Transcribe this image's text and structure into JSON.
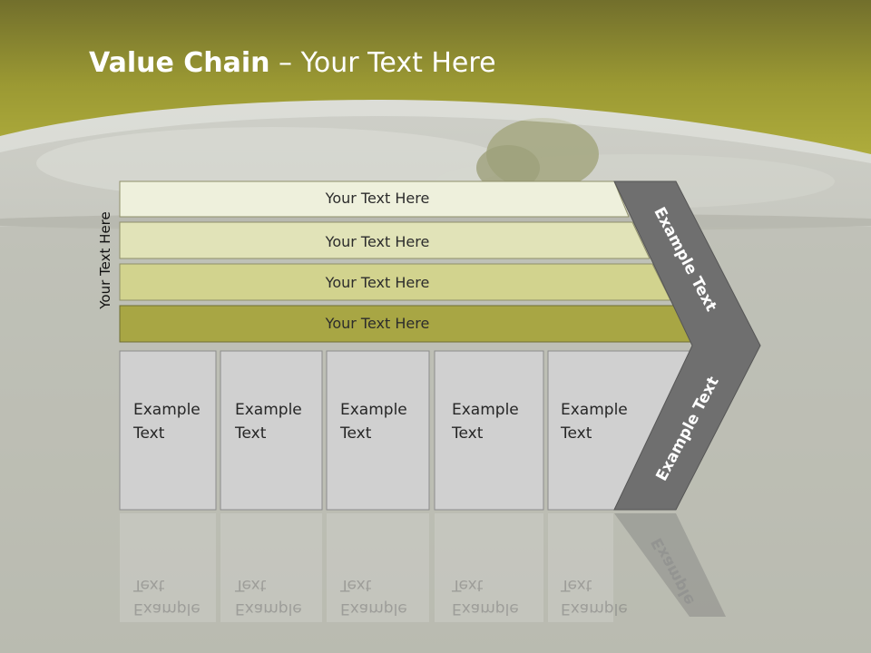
{
  "title": {
    "bold": "Value Chain",
    "rest": " – Your Text Here"
  },
  "side_label": "Your Text Here",
  "bars": [
    "Your Text Here",
    "Your Text Here",
    "Your Text Here",
    "Your Text Here"
  ],
  "boxes": [
    {
      "line1": "Example",
      "line2": "Text"
    },
    {
      "line1": "Example",
      "line2": "Text"
    },
    {
      "line1": "Example",
      "line2": "Text"
    },
    {
      "line1": "Example",
      "line2": "Text"
    },
    {
      "line1": "Example",
      "line2": "Text"
    }
  ],
  "chevron": {
    "upper": "Example Text",
    "lower": "Example Text",
    "reflection": "Example"
  },
  "colors": {
    "header": "#9c9a32",
    "bar1": "#eef0dc",
    "bar2": "#e1e3b8",
    "bar3": "#d2d38e",
    "bar4": "#a8a644",
    "box": "#d0d0d0",
    "chevron": "#6f6f6f"
  }
}
